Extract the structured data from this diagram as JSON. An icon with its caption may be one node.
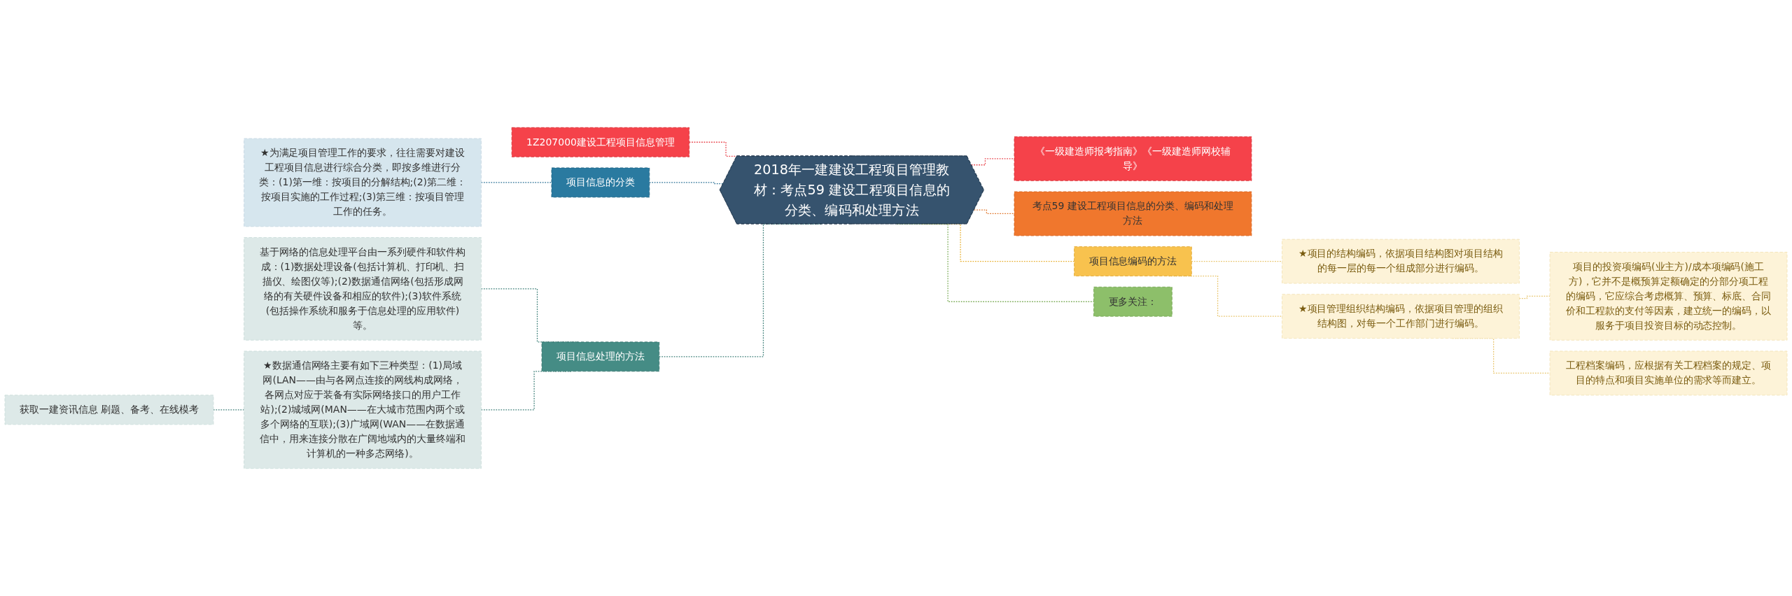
{
  "diagram": {
    "nodes": [
      {
        "text": [
          "2018年一建建设工程项目管理教材：考点59 建设工程项目信息的分类、编码和处理方法"
        ]
      },
      {
        "text": [
          "1Z207000建设工程项目信息管理"
        ]
      },
      {
        "text": [
          "项目信息的分类"
        ]
      },
      {
        "text": [
          "★为满足项目管理工作的要求，往往需要对建设工程项目信息进行综合分类，即按多维进行分类：(1)第一维：按项目的分解结构;(2)第二维：按项目实施的工作过程;(3)第三维：按项目管理工作的任务。"
        ]
      },
      {
        "text": [
          "项目信息处理的方法"
        ]
      },
      {
        "text": [
          "基于网络的信息处理平台由一系列硬件和软件构成：(1)数据处理设备(包括计算机、打印机、扫描仪、绘图仪等);(2)数据通信网络(包括形成网络的有关硬件设备和相应的软件);(3)软件系统(包括操作系统和服务于信息处理的应用软件)等。"
        ]
      },
      {
        "text": [
          "★数据通信网络主要有如下三种类型：(1)局域网(LAN——由与各网点连接的网线构成网络，各网点对应于装备有实际网络接口的用户工作站);(2)城域网(MAN——在大城市范围内两个或多个网络的互联);(3)广域网(WAN——在数据通信中，用来连接分散在广阔地域内的大量终端和计算机的一种多态网络)。"
        ]
      },
      {
        "text": [
          "获取一建资讯信息 刷题、备考、在线模考"
        ]
      },
      {
        "text": [
          "《一级建造师报考指南》《一级建造师网校辅导》"
        ]
      },
      {
        "text": [
          "考点59 建设工程项目信息的分类、编码和处理方法"
        ]
      },
      {
        "text": [
          "项目信息编码的方法"
        ]
      },
      {
        "text": [
          "★项目的结构编码，依据项目结构图对项目结构的每一层的每一个组成部分进行编码。"
        ]
      },
      {
        "text": [
          "★项目管理组织结构编码，依据项目管理的组织结构图，对每一个工作部门进行编码。"
        ]
      },
      {
        "text": [
          "项目的投资项编码(业主方)/成本项编码(施工方)，它并不是概预算定额确定的分部分项工程的编码，它应综合考虑概算、预算、标底、合同价和工程款的支付等因素，建立统一的编码，以服务于项目投资目标的动态控制。"
        ]
      },
      {
        "text": [
          "工程档案编码，应根据有关工程档案的规定、项目的特点和项目实施单位的需求等而建立。"
        ]
      },
      {
        "text": [
          "更多关注："
        ]
      }
    ],
    "edges": [
      {
        "from": 1,
        "to": 0,
        "arrow": "none",
        "style": "dashed",
        "color": "#e8424a"
      },
      {
        "from": 2,
        "to": 0,
        "arrow": "none",
        "style": "dashed",
        "color": "#2a7095"
      },
      {
        "from": 3,
        "to": 2,
        "arrow": "none",
        "style": "dashed",
        "color": "#2a7095"
      },
      {
        "from": 4,
        "to": 0,
        "arrow": "none",
        "style": "dashed",
        "color": "#3d7f78"
      },
      {
        "from": 5,
        "to": 4,
        "arrow": "none",
        "style": "dashed",
        "color": "#3d7f78"
      },
      {
        "from": 6,
        "to": 4,
        "arrow": "none",
        "style": "dashed",
        "color": "#3d7f78"
      },
      {
        "from": 7,
        "to": 6,
        "arrow": "none",
        "style": "dashed",
        "color": "#3d7f78"
      },
      {
        "from": 0,
        "to": 8,
        "arrow": "none",
        "style": "dashed",
        "color": "#e8424a"
      },
      {
        "from": 0,
        "to": 9,
        "arrow": "none",
        "style": "dashed",
        "color": "#e0762b"
      },
      {
        "from": 0,
        "to": 10,
        "arrow": "none",
        "style": "dashed",
        "color": "#e8b030"
      },
      {
        "from": 10,
        "to": 11,
        "arrow": "none",
        "style": "dashed",
        "color": "#e8c46a"
      },
      {
        "from": 10,
        "to": 12,
        "arrow": "none",
        "style": "dashed",
        "color": "#e8c46a"
      },
      {
        "from": 12,
        "to": 13,
        "arrow": "none",
        "style": "dashed",
        "color": "#e8c46a"
      },
      {
        "from": 12,
        "to": 14,
        "arrow": "none",
        "style": "dashed",
        "color": "#e8c46a"
      },
      {
        "from": 0,
        "to": 15,
        "arrow": "none",
        "style": "dashed",
        "color": "#7fae5c"
      }
    ]
  }
}
